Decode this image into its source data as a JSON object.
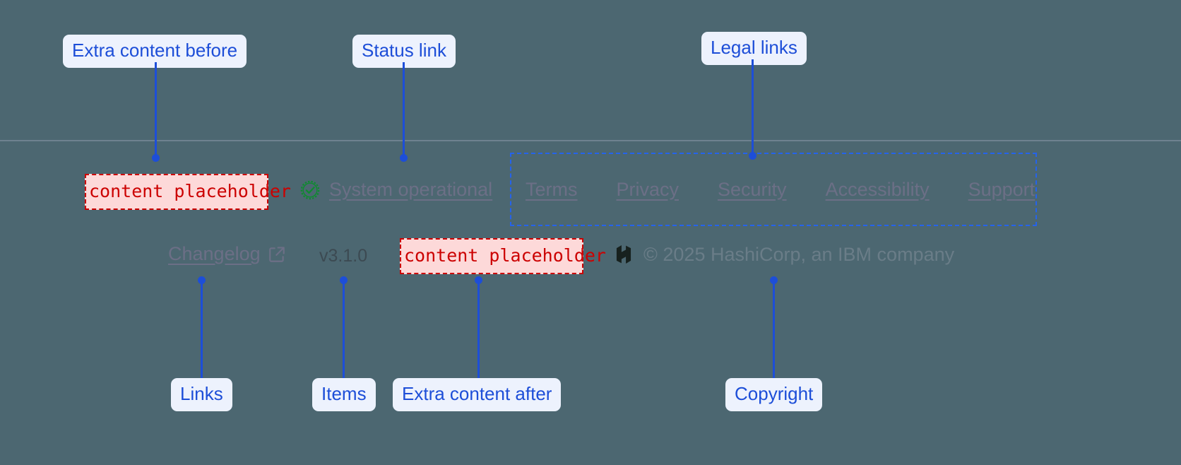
{
  "colors": {
    "page_background": "#4c6771",
    "annotation_blue": "#1d4ed8",
    "annotation_chip_bg": "#edf2fd",
    "placeholder_red": "#cc0000",
    "placeholder_bg": "#fdd9d9",
    "status_green": "#0f8a30",
    "muted_text": "#6c6f86",
    "divider": "#6e8290"
  },
  "annotations": {
    "extra_before": "Extra content before",
    "status_link": "Status link",
    "legal_links": "Legal links",
    "links": "Links",
    "items": "Items",
    "extra_after": "Extra content after",
    "copyright": "Copyright"
  },
  "footer": {
    "extra_before_slot": "content placeholder",
    "extra_after_slot": "content placeholder",
    "status": {
      "icon": "check-circle-icon",
      "label": "System operational"
    },
    "legal": {
      "items": [
        {
          "label": "Terms"
        },
        {
          "label": "Privacy"
        },
        {
          "label": "Security"
        },
        {
          "label": "Accessibility"
        },
        {
          "label": "Support"
        }
      ]
    },
    "changelog": {
      "label": "Changelog",
      "icon": "external-link-icon"
    },
    "version": "v3.1.0",
    "copyright": {
      "logo": "hashicorp-logo",
      "text": "© 2025 HashiCorp, an IBM company"
    }
  }
}
